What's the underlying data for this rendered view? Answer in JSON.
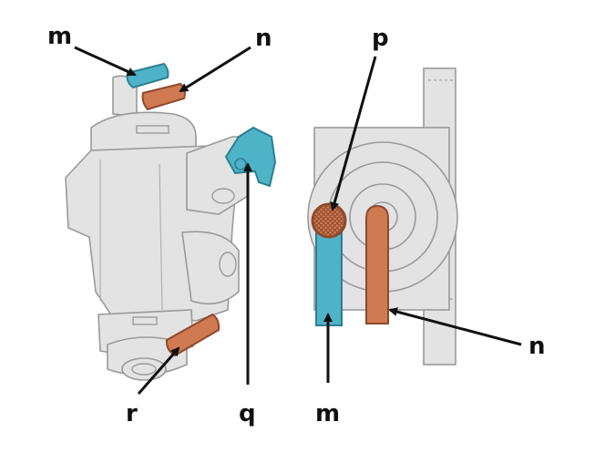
{
  "colors": {
    "body_fill": "#e3e3e3",
    "body_stroke": "#9a9a9a",
    "blue_hose": "#4fb3c8",
    "blue_hose_stroke": "#2b7f93",
    "orange_hose": "#d07a52",
    "orange_hose_stroke": "#8e4a2c",
    "leader": "#111111"
  },
  "labels": {
    "m_top": "m",
    "n_top": "n",
    "p": "p",
    "n_right": "n",
    "r": "r",
    "q": "q",
    "m_bottom": "m"
  }
}
